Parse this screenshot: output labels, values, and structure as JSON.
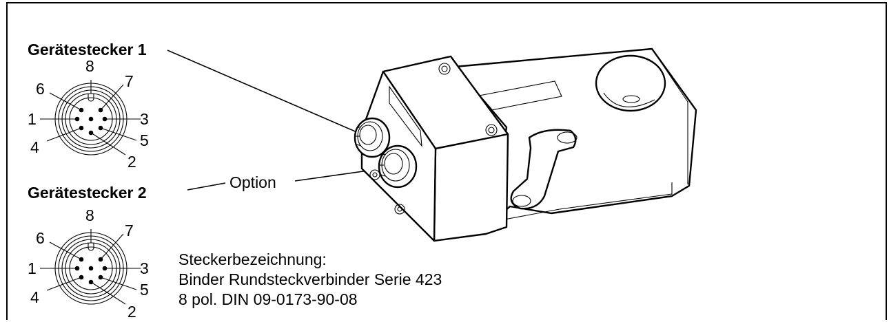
{
  "connector_1": {
    "title": "Gerätestecker 1",
    "pins": {
      "p8": "8",
      "p7": "7",
      "p6": "6",
      "p1": "1",
      "p3": "3",
      "p4": "4",
      "p5": "5",
      "p2": "2"
    }
  },
  "connector_2": {
    "title": "Gerätestecker 2",
    "pins": {
      "p8": "8",
      "p7": "7",
      "p6": "6",
      "p1": "1",
      "p3": "3",
      "p4": "4",
      "p5": "5",
      "p2": "2"
    }
  },
  "option_label": "Option",
  "spec": {
    "line1": "Steckerbezeichnung:",
    "line2": "Binder Rundsteckverbinder Serie 423",
    "line3": "8 pol.  DIN 09-0173-90-08"
  }
}
